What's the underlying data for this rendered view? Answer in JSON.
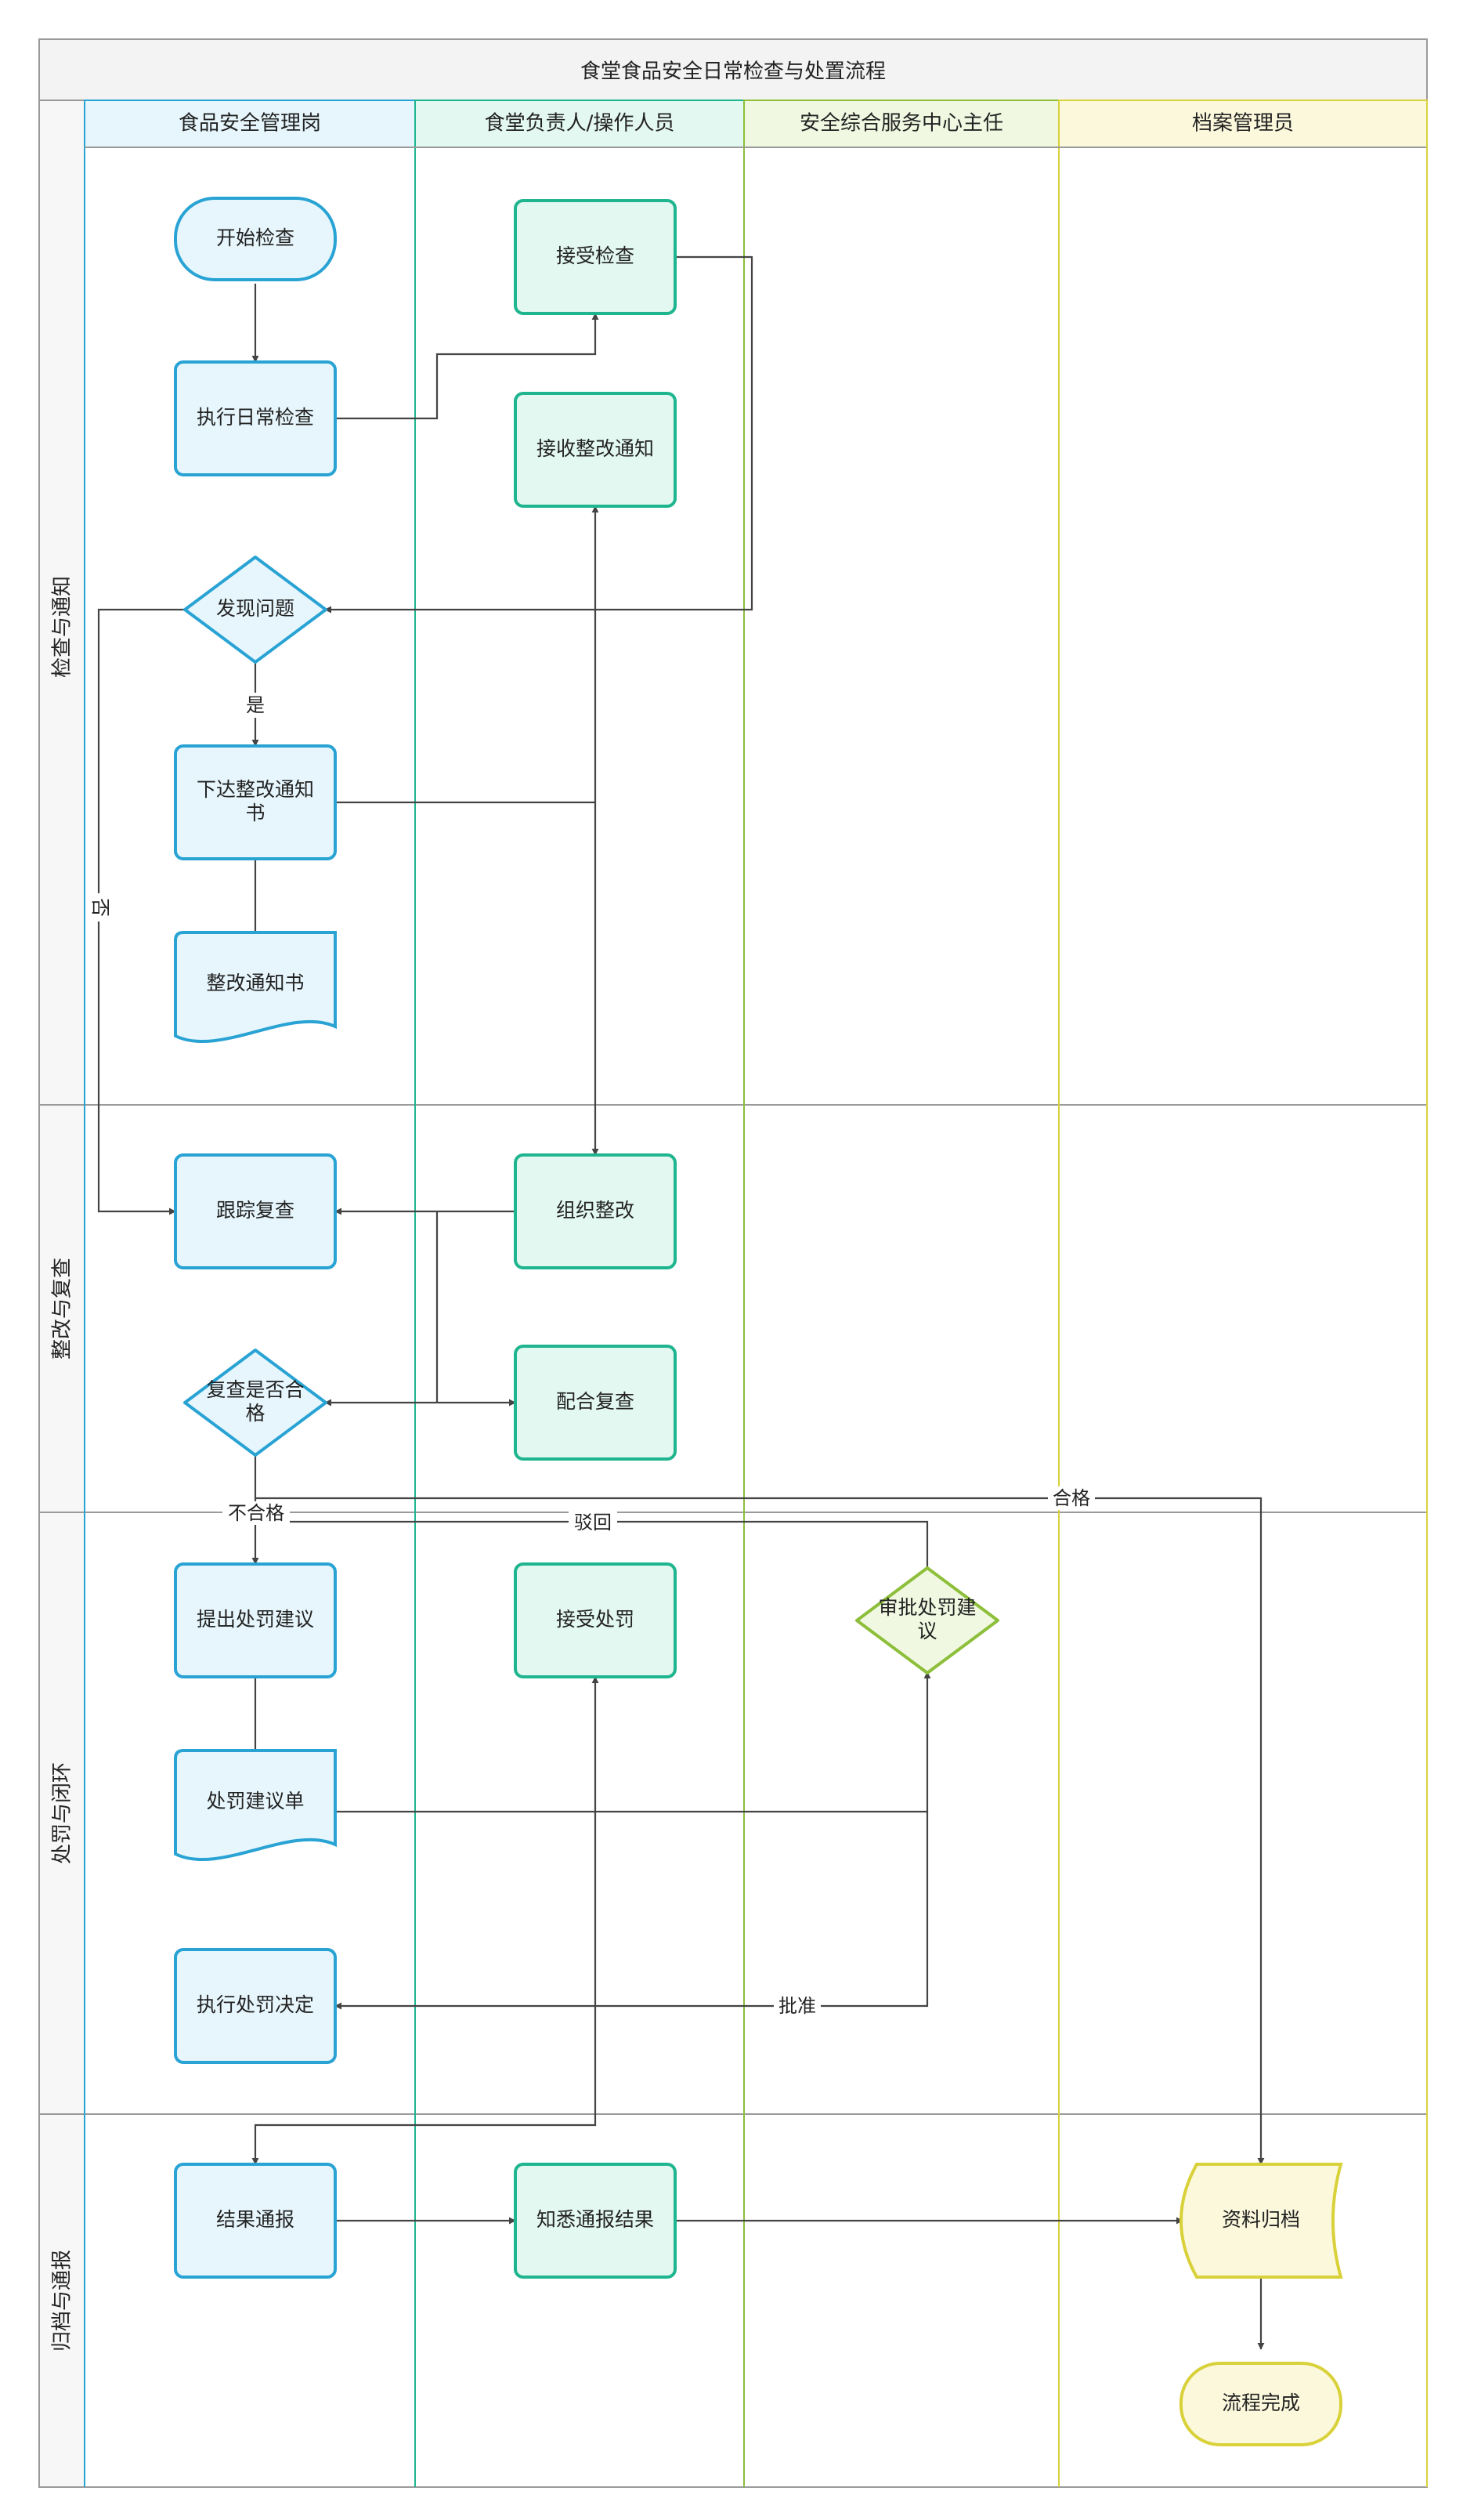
{
  "title": "食堂食品安全日常检查与处置流程",
  "lanes": [
    {
      "label": "食品安全管理岗",
      "color": "#29a3d4",
      "fill": "#e6f6fc"
    },
    {
      "label": "食堂负责人/操作人员",
      "color": "#1fb58f",
      "fill": "#e3f8f1"
    },
    {
      "label": "安全综合服务中心主任",
      "color": "#8dbf3a",
      "fill": "#f0f8e1"
    },
    {
      "label": "档案管理员",
      "color": "#d9d13a",
      "fill": "#fbf8dc"
    }
  ],
  "phases": [
    {
      "label": "检查与通知"
    },
    {
      "label": "整改与复查"
    },
    {
      "label": "处罚与闭环"
    },
    {
      "label": "归档与通报"
    }
  ],
  "nodes": [
    {
      "id": "start",
      "label": "开始检查",
      "shape": "terminal",
      "lane": 0
    },
    {
      "id": "exec",
      "label": "执行日常检查",
      "shape": "process",
      "lane": 0
    },
    {
      "id": "accept",
      "label": "接受检查",
      "shape": "process",
      "lane": 1
    },
    {
      "id": "recvnotice",
      "label": "接收整改通知",
      "shape": "process",
      "lane": 1
    },
    {
      "id": "found",
      "label": "发现问题",
      "shape": "decision",
      "lane": 0
    },
    {
      "id": "issue",
      "label": "下达整改通知书",
      "shape": "process",
      "lane": 0
    },
    {
      "id": "notedoc",
      "label": "整改通知书",
      "shape": "document",
      "lane": 0
    },
    {
      "id": "track",
      "label": "跟踪复查",
      "shape": "process",
      "lane": 0
    },
    {
      "id": "organize",
      "label": "组织整改",
      "shape": "process",
      "lane": 1
    },
    {
      "id": "qualified",
      "label": "复查是否合格",
      "shape": "decision",
      "lane": 0
    },
    {
      "id": "cooperate",
      "label": "配合复查",
      "shape": "process",
      "lane": 1
    },
    {
      "id": "propose",
      "label": "提出处罚建议",
      "shape": "process",
      "lane": 0
    },
    {
      "id": "acceptpen",
      "label": "接受处罚",
      "shape": "process",
      "lane": 1
    },
    {
      "id": "approve",
      "label": "审批处罚建议",
      "shape": "decision",
      "lane": 2
    },
    {
      "id": "pendoc",
      "label": "处罚建议单",
      "shape": "document",
      "lane": 0
    },
    {
      "id": "execpen",
      "label": "执行处罚决定",
      "shape": "process",
      "lane": 0
    },
    {
      "id": "report",
      "label": "结果通报",
      "shape": "process",
      "lane": 0
    },
    {
      "id": "know",
      "label": "知悉通报结果",
      "shape": "process",
      "lane": 1
    },
    {
      "id": "archive",
      "label": "资料归档",
      "shape": "storage",
      "lane": 3
    },
    {
      "id": "done",
      "label": "流程完成",
      "shape": "terminal",
      "lane": 3
    }
  ],
  "edge_labels": {
    "yes": "是",
    "no": "否",
    "fail": "不合格",
    "pass": "合格",
    "reject": "驳回",
    "ok": "批准"
  }
}
